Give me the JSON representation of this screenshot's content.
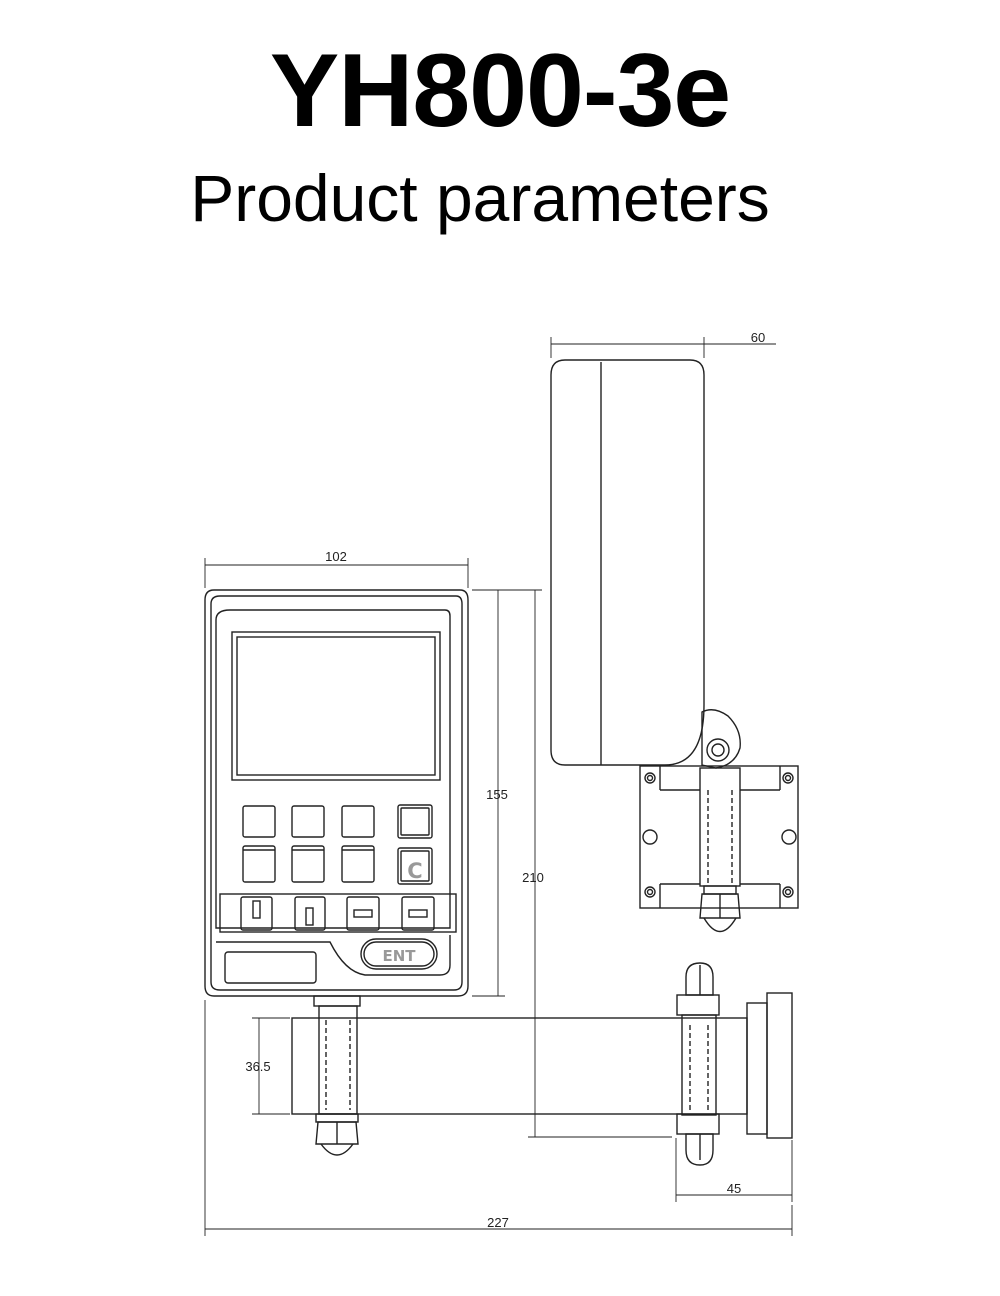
{
  "header": {
    "model": "YH800-3e",
    "subtitle": "Product parameters"
  },
  "dimensions": {
    "panel_width": "102",
    "panel_height": "155",
    "overall_height": "210",
    "bracket_height": "36.5",
    "hinge_width": "45",
    "overall_width": "227",
    "side_depth": "60"
  },
  "keypad": {
    "clear_key": "C",
    "enter_key": "ENT"
  }
}
